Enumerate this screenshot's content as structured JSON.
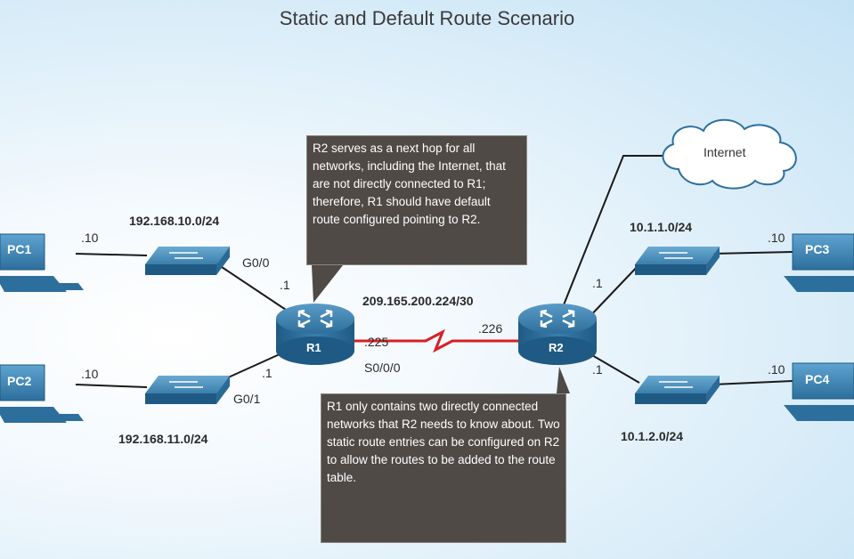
{
  "title": "Static and Default Route Scenario",
  "devices": {
    "pc1": "PC1",
    "pc2": "PC2",
    "pc3": "PC3",
    "pc4": "PC4",
    "r1": "R1",
    "r2": "R2",
    "internet": "Internet"
  },
  "networks": {
    "lan1": "192.168.10.0/24",
    "lan2": "192.168.11.0/24",
    "serial": "209.165.200.224/30",
    "lan3": "10.1.1.0/24",
    "lan4": "10.1.2.0/24"
  },
  "interfaces": {
    "r1_g00": "G0/0",
    "r1_g01": "G0/1",
    "r1_s000": "S0/0/0",
    "r1_g00_ip": ".1",
    "r1_g01_ip": ".1",
    "r1_serial_ip": ".225",
    "r2_serial_ip": ".226",
    "r2_lan3_ip": ".1",
    "r2_lan4_ip": ".1",
    "pc1_ip": ".10",
    "pc2_ip": ".10",
    "pc3_ip": ".10",
    "pc4_ip": ".10"
  },
  "callouts": {
    "top": "R2 serves as a next hop for all networks, including the Internet, that are not directly connected to R1; therefore, R1 should have default route configured pointing to R2.",
    "bottom": "R1 only contains two directly connected networks that R2 needs to know about. Two static route entries can be configured on R2 to allow the routes to be added to the route table."
  },
  "colors": {
    "serial_link": "#d81f26",
    "device_blue": "#2d6f9c",
    "callout_bg": "#4f4a46"
  }
}
